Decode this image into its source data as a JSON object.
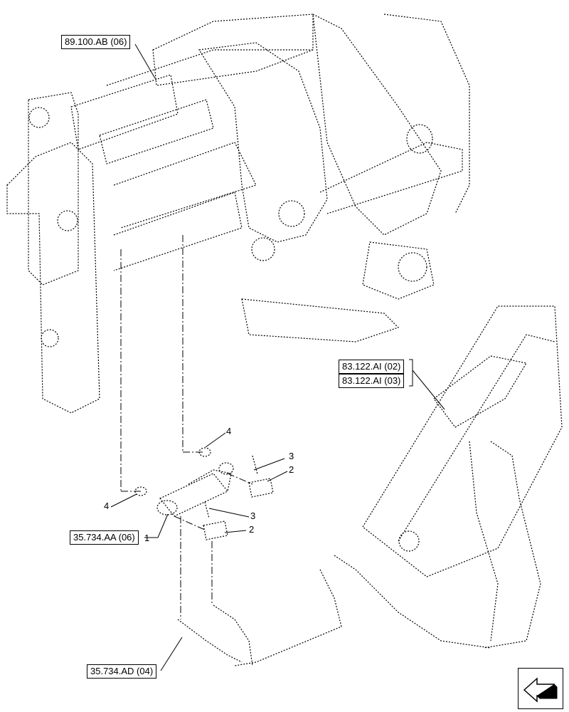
{
  "references": {
    "ref_top": "89.100.AB (06)",
    "ref_right_1": "83.122.AI (02)",
    "ref_right_2": "83.122.AI (03)",
    "ref_mid": "35.734.AA (06)",
    "ref_bottom": "35.734.AD (04)"
  },
  "callouts": {
    "c1": "1",
    "c2a": "2",
    "c2b": "2",
    "c3a": "3",
    "c3b": "3",
    "c4a": "4",
    "c4b": "4"
  },
  "icons": {
    "nav": "next-page-arrow-icon"
  }
}
